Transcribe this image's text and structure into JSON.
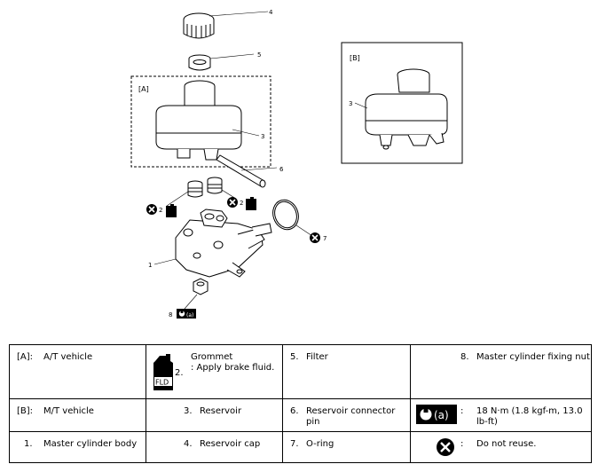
{
  "figure": {
    "callouts": {
      "c1": "1",
      "c2a": "2",
      "c2b": "2",
      "c3": "3",
      "c3b": "3",
      "c4": "4",
      "c5": "5",
      "c6": "6",
      "c7": "7",
      "c8": "8"
    },
    "box_a_label": "[A]",
    "box_b_label": "[B]",
    "fluid_icon_text": "FLD",
    "torque_icon_text": "(a)"
  },
  "legend": {
    "rows": [
      [
        {
          "key": "[A]:",
          "value": "A/T vehicle"
        },
        {
          "icon": "FLD",
          "key": "2.",
          "value": "Grommet\n: Apply brake fluid."
        },
        {
          "key": "5.",
          "value": "Filter"
        },
        {
          "key": "8.",
          "value": "Master cylinder fixing nut"
        }
      ],
      [
        {
          "key": "[B]:",
          "value": "M/T vehicle"
        },
        {
          "key": "3.",
          "value": "Reservoir"
        },
        {
          "key": "6.",
          "value": "Reservoir connector pin"
        },
        {
          "icon": "(a)",
          "key": ":",
          "value": "18 N·m (1.8 kgf-m, 13.0 lb-ft)"
        }
      ],
      [
        {
          "key": "1.",
          "value": "Master cylinder body"
        },
        {
          "key": "4.",
          "value": "Reservoir cap"
        },
        {
          "key": "7.",
          "value": "O-ring"
        },
        {
          "key": ":",
          "value": "Do not reuse."
        }
      ]
    ]
  }
}
